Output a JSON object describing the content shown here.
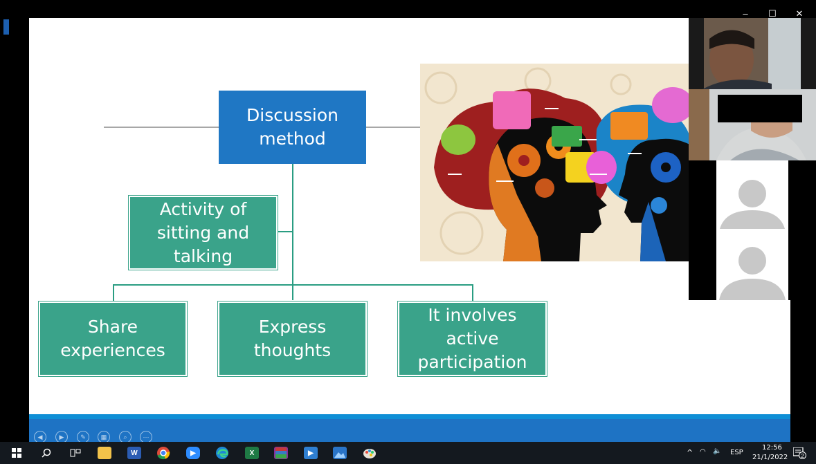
{
  "slide": {
    "center_box": "Discussion method",
    "side_box": "Activity of sitting and talking",
    "bottom_boxes": [
      "Share experiences",
      "Express thoughts",
      "It involves active participation"
    ]
  },
  "video_call": {
    "participants": [
      "camera-participant-1",
      "camera-participant-2",
      "avatar-participant-3",
      "avatar-participant-4"
    ]
  },
  "window_controls": {
    "minimize": "–",
    "maximize": "☐",
    "close": "✕"
  },
  "taskbar": {
    "apps": [
      "start-icon",
      "search-icon",
      "task-view-icon",
      "file-explorer-icon",
      "word-icon",
      "chrome-icon",
      "zoom-icon",
      "edge-icon",
      "excel-icon",
      "winrar-icon",
      "video-player-icon",
      "photos-icon",
      "paint-icon"
    ],
    "tray": {
      "language": "ESP",
      "time": "12:56",
      "date": "21/1/2022",
      "notifications": "2"
    }
  },
  "colors": {
    "blue_box": "#1f77c4",
    "teal_box": "#3aa38a",
    "footer_bar": "#1e73c4",
    "taskbar": "#14191f"
  }
}
